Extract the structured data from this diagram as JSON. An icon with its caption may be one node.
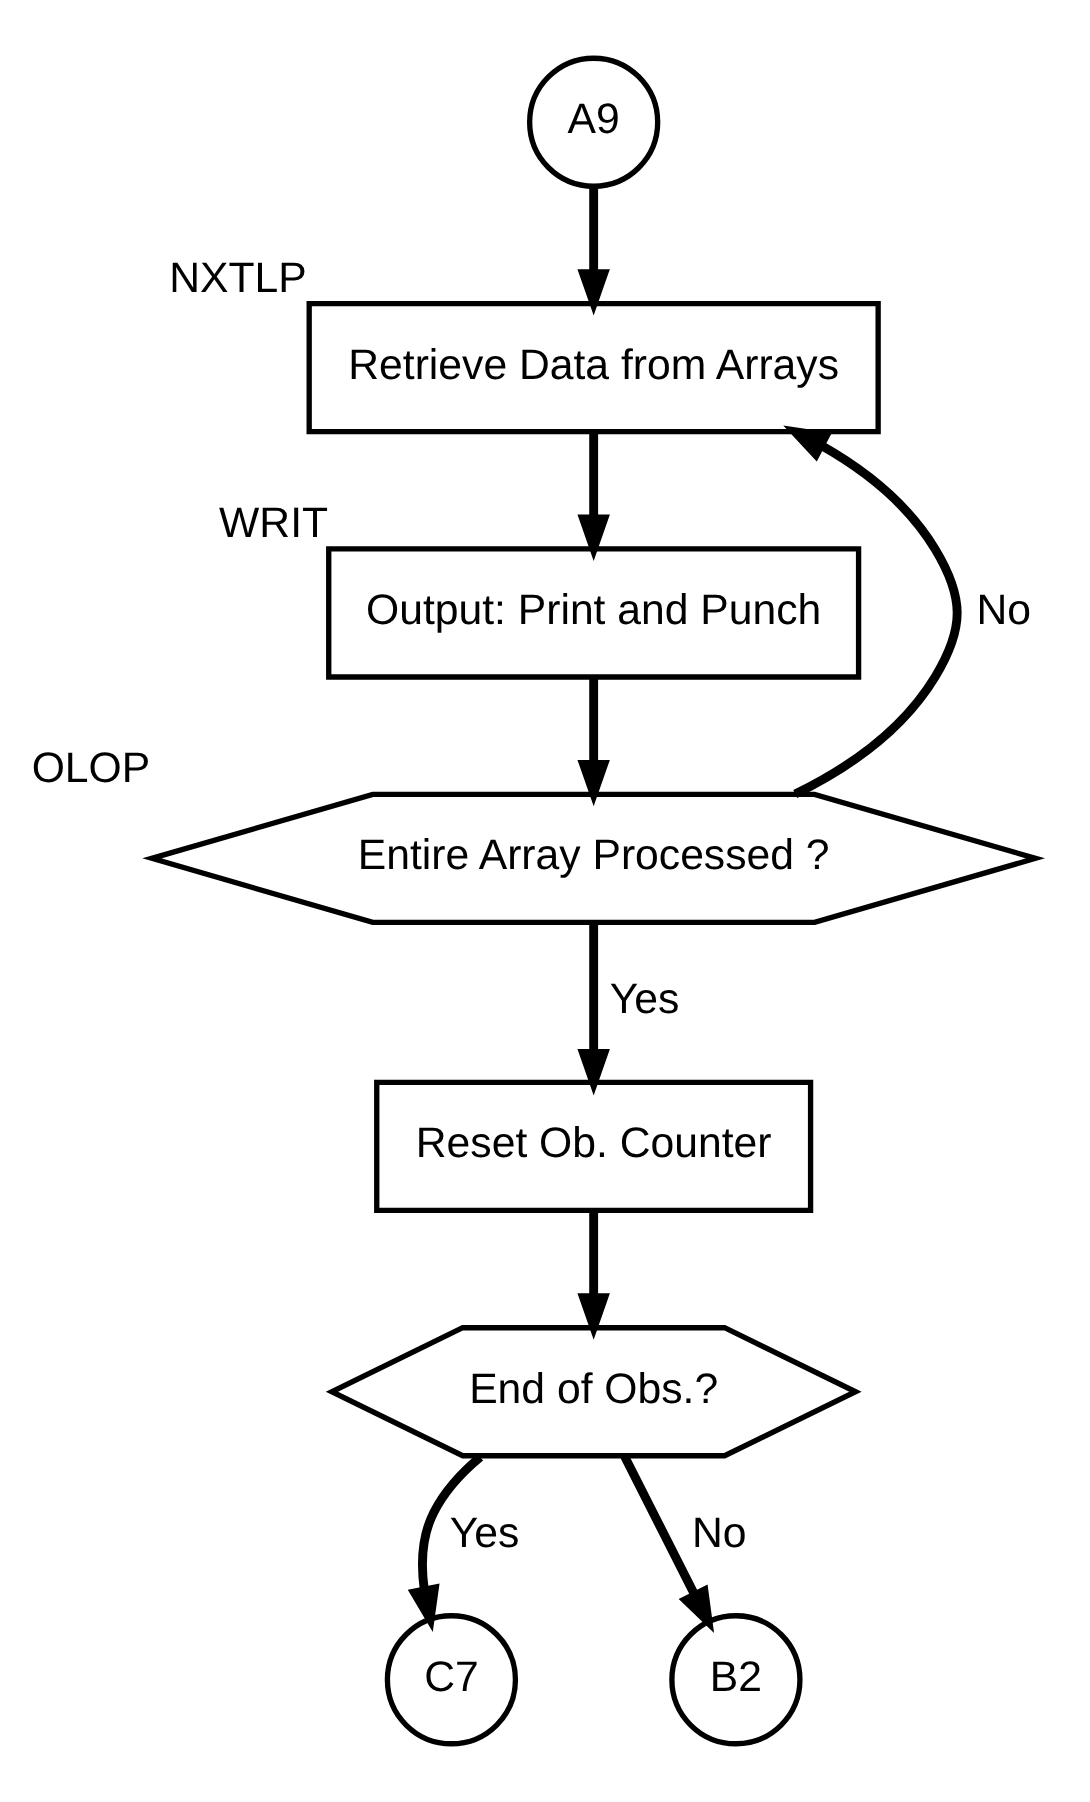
{
  "diagram": {
    "nodes": [
      {
        "text": [
          "A9"
        ]
      },
      {
        "text": [
          "Retrieve Data from Arrays"
        ],
        "beside": [
          "NXTLP"
        ]
      },
      {
        "text": [
          "Output: Print and Punch"
        ],
        "beside": [
          "WRIT"
        ]
      },
      {
        "text": [
          "Entire Array Processed ?"
        ],
        "beside": [
          "OLOP"
        ]
      },
      {
        "text": [
          "Reset Ob. Counter"
        ]
      },
      {
        "text": [
          "End of Obs.?"
        ]
      },
      {
        "text": [
          "C7"
        ]
      },
      {
        "text": [
          "B2"
        ]
      }
    ],
    "edges": [
      {
        "from": 0,
        "to": 1,
        "arrow": "to"
      },
      {
        "from": 1,
        "to": 2,
        "arrow": "to"
      },
      {
        "from": 2,
        "to": 3,
        "arrow": "to"
      },
      {
        "from": 3,
        "to": 1,
        "arrow": "to",
        "label": "No"
      },
      {
        "from": 3,
        "to": 4,
        "arrow": "to",
        "label": "Yes"
      },
      {
        "from": 4,
        "to": 5,
        "arrow": "to"
      },
      {
        "from": 5,
        "to": 6,
        "arrow": "to",
        "label": "Yes"
      },
      {
        "from": 5,
        "to": 7,
        "arrow": "to",
        "label": "No"
      }
    ]
  }
}
